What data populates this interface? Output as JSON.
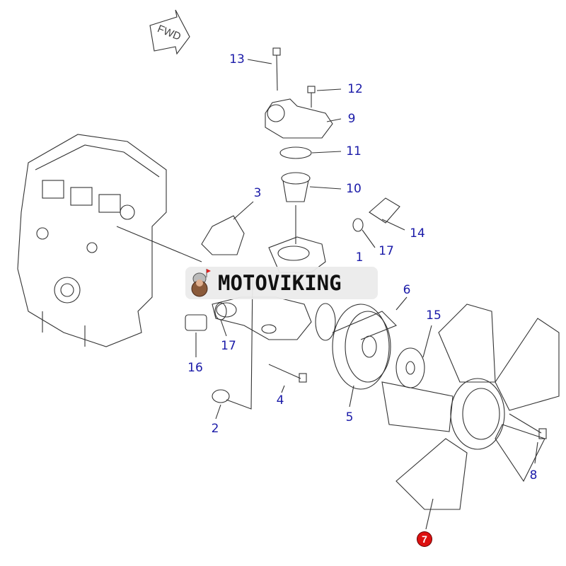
{
  "diagram": {
    "direction_marker": "FWD",
    "watermark": "MOTOVIKING",
    "callouts": [
      {
        "id": "13",
        "label": "13"
      },
      {
        "id": "12",
        "label": "12"
      },
      {
        "id": "9",
        "label": "9"
      },
      {
        "id": "11",
        "label": "11"
      },
      {
        "id": "10",
        "label": "10"
      },
      {
        "id": "3",
        "label": "3"
      },
      {
        "id": "14",
        "label": "14"
      },
      {
        "id": "17a",
        "label": "17"
      },
      {
        "id": "1",
        "label": "1"
      },
      {
        "id": "6",
        "label": "6"
      },
      {
        "id": "15",
        "label": "15"
      },
      {
        "id": "17b",
        "label": "17"
      },
      {
        "id": "16",
        "label": "16"
      },
      {
        "id": "4",
        "label": "4"
      },
      {
        "id": "5",
        "label": "5"
      },
      {
        "id": "2",
        "label": "2"
      },
      {
        "id": "8",
        "label": "8"
      },
      {
        "id": "7",
        "label": "7"
      }
    ],
    "colors": {
      "callout": "#1a1aa8",
      "highlight": "#dd1111",
      "line": "#333333"
    }
  }
}
